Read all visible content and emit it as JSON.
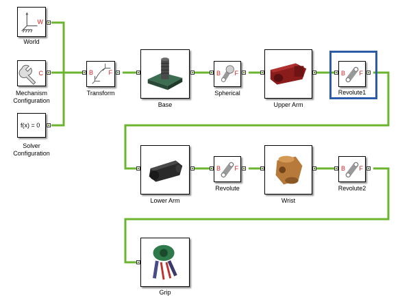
{
  "colors": {
    "wire": "#6ab42e",
    "selection": "#2a5aa8",
    "port_label": "#d42020"
  },
  "blocks": {
    "world": {
      "label": "World",
      "port": "W"
    },
    "mechanism": {
      "label": "Mechanism Configuration",
      "label_l1": "Mechanism",
      "label_l2": "Configuration",
      "port": "C"
    },
    "solver": {
      "label": "Solver Configuration",
      "label_l1": "Solver",
      "label_l2": "Configuration",
      "formula": "f(x) = 0"
    },
    "transform": {
      "label": "Transform",
      "port_b": "B",
      "port_f": "F"
    },
    "base": {
      "label": "Base"
    },
    "spherical": {
      "label": "Spherical",
      "port_b": "B",
      "port_f": "F"
    },
    "upper_arm": {
      "label": "Upper Arm"
    },
    "revolute1": {
      "label": "Revolute1",
      "port_b": "B",
      "port_f": "F",
      "selected": true
    },
    "lower_arm": {
      "label": "Lower Arm"
    },
    "revolute": {
      "label": "Revolute",
      "port_b": "B",
      "port_f": "F"
    },
    "wrist": {
      "label": "Wrist"
    },
    "revolute2": {
      "label": "Revolute2",
      "port_b": "B",
      "port_f": "F"
    },
    "grip": {
      "label": "Grip"
    }
  }
}
